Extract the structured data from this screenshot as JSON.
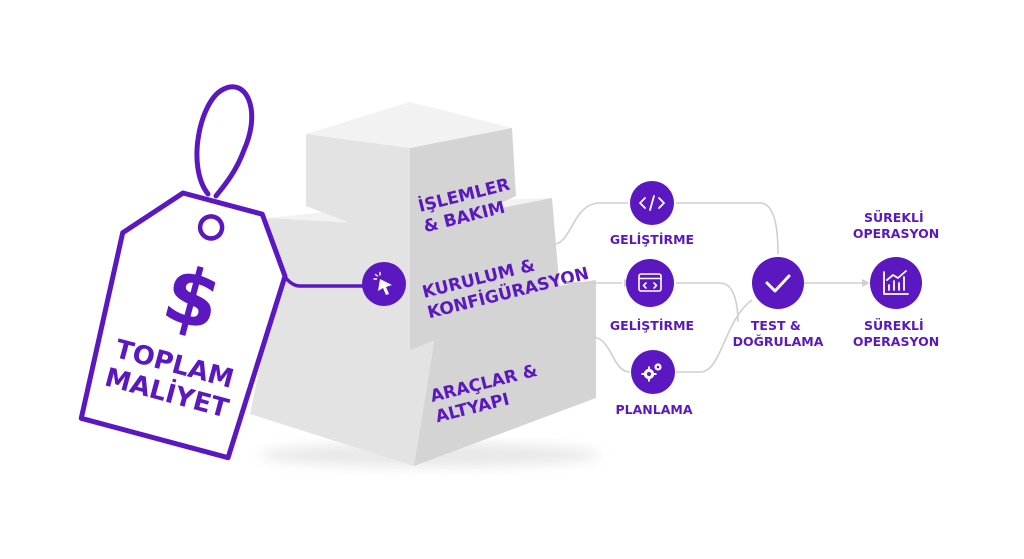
{
  "price_tag": {
    "symbol": "$",
    "line1": "TOPLAM",
    "line2": "MALİYET"
  },
  "tiers": {
    "top": {
      "line1": "İŞLEMLER",
      "line2": "& BAKIM"
    },
    "middle": {
      "line1": "KURULUM &",
      "line2": "KONFİGÜRASYON"
    },
    "bottom": {
      "line1": "ARAÇLAR &",
      "line2": "ALTYAPI"
    }
  },
  "flow": {
    "top_node": {
      "icon": "code-icon",
      "label": "GELİŞTİRME"
    },
    "middle_node": {
      "icon": "browser-code-icon",
      "label": "GELİŞTİRME"
    },
    "bottom_node": {
      "icon": "gears-icon",
      "label": "PLANLAMA"
    },
    "test_node": {
      "icon": "checkmark-icon",
      "label_line1": "TEST &",
      "label_line2": "DOĞRULAMA"
    },
    "ops_node": {
      "icon": "chart-icon",
      "label_top_line1": "SÜREKLİ",
      "label_top_line2": "OPERASYON",
      "label_bottom_line1": "SÜREKLİ",
      "label_bottom_line2": "OPERASYON"
    },
    "cursor_node": {
      "icon": "cursor-click-icon"
    }
  },
  "colors": {
    "accent": "#5b17c0",
    "cube_top": "#f3f3f3",
    "cube_front": "#e3e3e3",
    "cube_side": "#d2d2d2",
    "connector": "#cfcfcf"
  }
}
